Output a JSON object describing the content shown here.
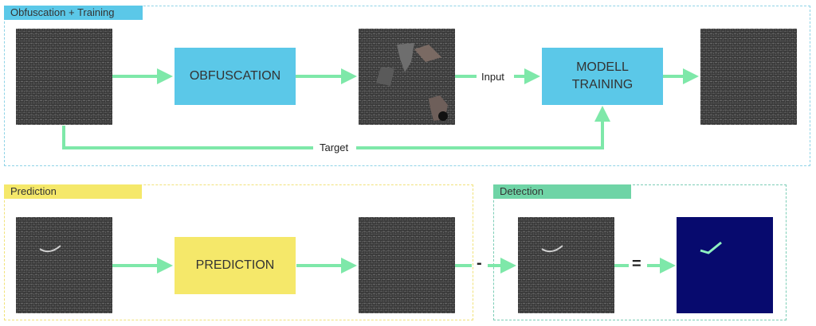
{
  "panels": {
    "training": {
      "label": "Obfuscation + Training",
      "color": "#5bc8e8",
      "border": "#8fd3e6"
    },
    "prediction": {
      "label": "Prediction",
      "color": "#f5e86a",
      "border": "#f1e27a"
    },
    "detection": {
      "label": "Detection",
      "color": "#6fd4a6",
      "border": "#7ccdb6"
    }
  },
  "processes": {
    "obfuscation": "OBFUSCATION",
    "modell_training_line1": "MODELL",
    "modell_training_line2": "TRAINING",
    "prediction": "PREDICTION"
  },
  "edge_labels": {
    "input": "Input",
    "target": "Target"
  },
  "operators": {
    "minus": "-",
    "equals": "="
  },
  "colors": {
    "arrow": "#7ee8a9",
    "detection_mask_bg": "#070a6e",
    "detection_mask_line": "#8ef0c0",
    "texture_dark": "#3b3b3b"
  }
}
